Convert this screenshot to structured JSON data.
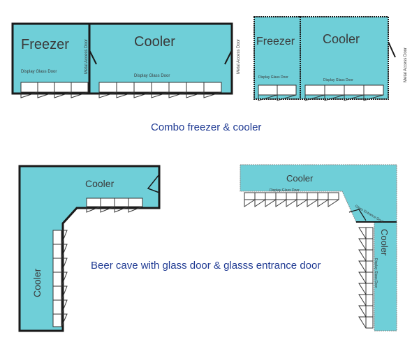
{
  "diagrams": {
    "combo_left": {
      "freezer": "Freezer",
      "cooler": "Cooler",
      "freezer_door": "Display Glass Door",
      "cooler_door": "Display Glass Door",
      "access_door": "Metal Access Door",
      "outside_door": "Metal Access Door"
    },
    "combo_right": {
      "freezer": "Freezer",
      "cooler": "Cooler",
      "freezer_door": "Display Glass Door",
      "cooler_door": "Display Glass Door",
      "access_door": "Metal Access Door"
    },
    "cave_left": {
      "cooler_top": "Cooler",
      "cooler_side": "Cooler"
    },
    "cave_right": {
      "cooler_top": "Cooler",
      "top_door": "Display Glass Door",
      "entrance": "Glass Entrance Door",
      "cooler_side": "Cooler",
      "side_door": "Display Glass Door"
    }
  },
  "captions": {
    "combo": "Combo freezer & cooler",
    "beer_cave": "Beer cave with glass door & glasss entrance door"
  },
  "colors": {
    "room_fill": "#6fcfd8",
    "wall": "#1a1a1a",
    "caption": "#1f3a93"
  }
}
